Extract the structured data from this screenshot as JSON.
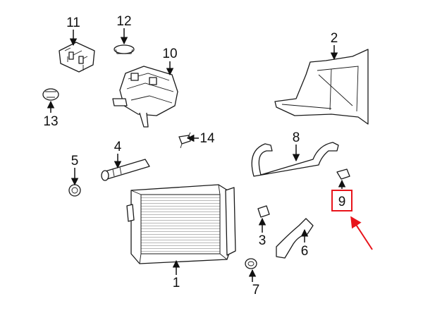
{
  "callouts": {
    "c1": "1",
    "c2": "2",
    "c3": "3",
    "c4": "4",
    "c5": "5",
    "c6": "6",
    "c7": "7",
    "c8": "8",
    "c9": "9",
    "c10": "10",
    "c11": "11",
    "c12": "12",
    "c13": "13",
    "c14": "14"
  },
  "highlight": {
    "part": "9",
    "box_color": "#e8141b",
    "arrow_color": "#e8141b"
  }
}
